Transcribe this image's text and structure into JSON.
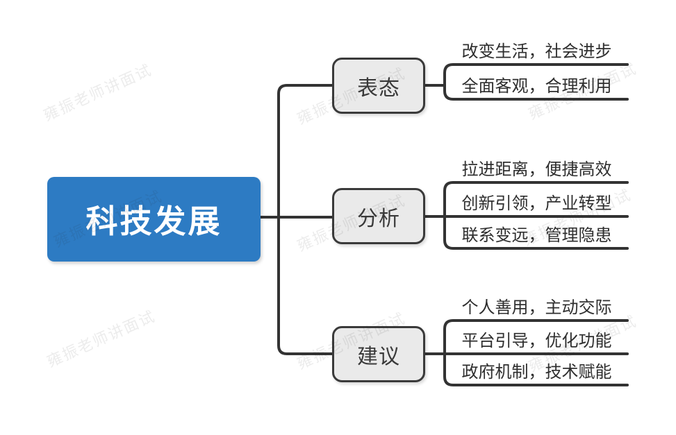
{
  "root": {
    "label": "科技发展"
  },
  "branches": [
    {
      "label": "表态",
      "leaves": [
        "改变生活，社会进步",
        "全面客观，合理利用"
      ]
    },
    {
      "label": "分析",
      "leaves": [
        "拉进距离，便捷高效",
        "创新引领，产业转型",
        "联系变远，管理隐患"
      ]
    },
    {
      "label": "建议",
      "leaves": [
        "个人善用，主动交际",
        "平台引导，优化功能",
        "政府机制，技术赋能"
      ]
    }
  ],
  "watermark": {
    "text": "雍振老师讲面试"
  },
  "colors": {
    "root_fill": "#2D7BC3",
    "root_text": "#FFFFFF",
    "branch_fill": "#EAEAEA",
    "branch_border": "#3A3A3A",
    "connector": "#333333",
    "leaf_text": "#2E2E2E",
    "background": "#FFFFFF"
  }
}
